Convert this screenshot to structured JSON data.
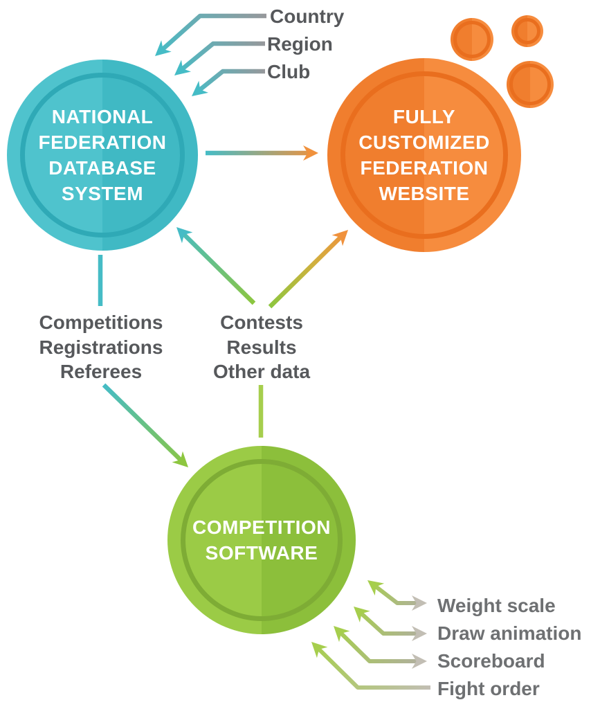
{
  "nodes": {
    "database": {
      "lines": [
        "NATIONAL",
        "FEDERATION",
        "DATABASE",
        "SYSTEM"
      ]
    },
    "website": {
      "lines": [
        "FULLY",
        "CUSTOMIZED",
        "FEDERATION",
        "WEBSITE"
      ]
    },
    "software": {
      "lines": [
        "COMPETITION",
        "SOFTWARE"
      ]
    }
  },
  "top_inputs": {
    "items": [
      "Country",
      "Region",
      "Club"
    ]
  },
  "left_flow": {
    "items": [
      "Competitions",
      "Registrations",
      "Referees"
    ]
  },
  "center_flow": {
    "items": [
      "Contests",
      "Results",
      "Other data"
    ]
  },
  "bottom_outputs": {
    "items": [
      "Weight scale",
      "Draw animation",
      "Scoreboard",
      "Fight order"
    ]
  },
  "colors": {
    "background": "#ffffff",
    "teal": "#45bcc6",
    "teal-light": "#4fc3cd",
    "teal-dark": "#40b9c4",
    "teal-ring": "#2fa9b6",
    "orange": "#f0913c",
    "orange-left": "#f07e2e",
    "orange-right": "#f68c3e",
    "orange-ring": "#e96e1e",
    "green": "#8dc63f",
    "green-light": "#9bcb46",
    "green-dark": "#8cbf3b",
    "green-ring": "#7eac35",
    "lime": "#a6ce4d",
    "steel": "#97989b",
    "gray-arrow": "#b1ada3",
    "gray-arrow-light": "#c2beb4",
    "label-dark": "#56585b",
    "label-gray": "#6e7072"
  }
}
